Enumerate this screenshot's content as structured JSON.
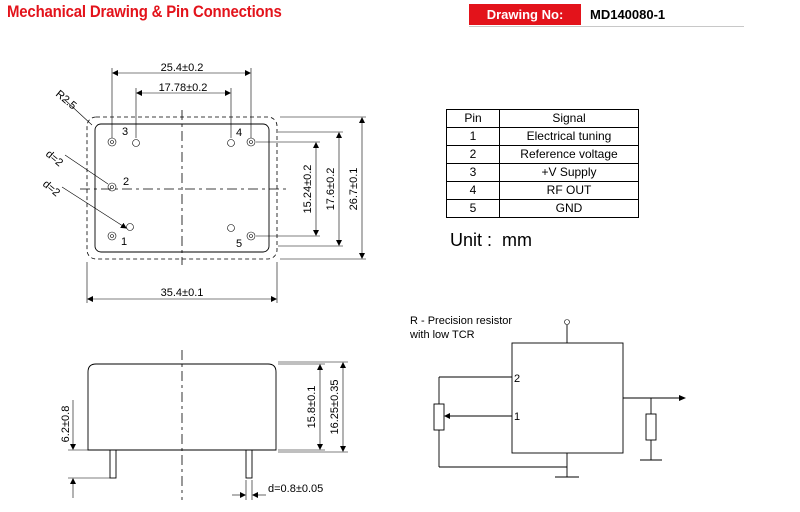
{
  "header": {
    "title": "Mechanical Drawing & Pin Connections",
    "drawing_no_label": "Drawing No:",
    "drawing_no": "MD140080-1"
  },
  "pin_table": {
    "headers": [
      "Pin",
      "Signal"
    ],
    "rows": [
      [
        "1",
        "Electrical tuning"
      ],
      [
        "2",
        "Reference voltage"
      ],
      [
        "3",
        "+V Supply"
      ],
      [
        "4",
        "RF OUT"
      ],
      [
        "5",
        "GND"
      ]
    ]
  },
  "unit": "Unit :  mm",
  "top_view": {
    "dim_width_outer": "35.4±0.1",
    "dim_pin_span_outer": "25.4±0.2",
    "dim_pin_span_inner": "17.78±0.2",
    "dim_height_pins": "15.24±0.2",
    "dim_height_mid": "17.6±0.2",
    "dim_height_outer": "26.7±0.1",
    "corner_radius": "R2.5",
    "hole_d_a": "d=2",
    "hole_d_b": "d=2",
    "pin_labels": [
      "1",
      "2",
      "3",
      "4",
      "5"
    ]
  },
  "side_view": {
    "dim_pin_length": "6.2±0.8",
    "dim_body_height": "15.8±0.1",
    "dim_total_height": "16.25±0.35",
    "dim_pin_diameter": "d=0.8±0.05"
  },
  "schematic": {
    "note_line1": "R - Precision resistor",
    "note_line2": "with low TCR",
    "pin2_label": "2",
    "pin1_label": "1"
  }
}
